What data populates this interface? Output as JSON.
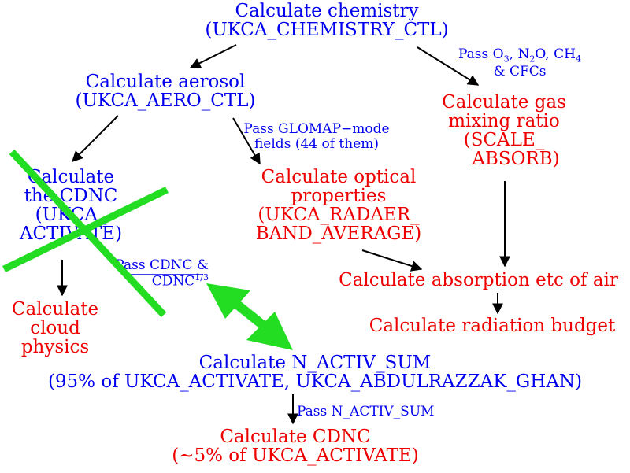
{
  "colors": {
    "node_blue": "#0000ee",
    "node_red": "#ee0000",
    "arrow": "#000000",
    "cross": "#22dd22",
    "double_arrow": "#22dd22"
  },
  "nodes": {
    "chemistry": {
      "line1": "Calculate chemistry",
      "line2": "(UKCA_CHEMISTRY_CTL)"
    },
    "aerosol": {
      "line1": "Calculate aerosol",
      "line2": "(UKCA_AERO_CTL)"
    },
    "gas_mixing": {
      "line1": "Calculate gas",
      "line2": "mixing ratio",
      "line3": "(SCALE_",
      "line4": "ABSORB)"
    },
    "cdnc_activate": {
      "line1": "Calculate",
      "line2": "the CDNC",
      "line3": "(UKCA_",
      "line4": "ACTIVATE)"
    },
    "optical": {
      "line1": "Calculate optical",
      "line2": "properties",
      "line3": "(UKCA_RADAER_",
      "line4": "BAND_AVERAGE)"
    },
    "absorption": {
      "line1": "Calculate absorption etc of air"
    },
    "radiation": {
      "line1": "Calculate radiation budget"
    },
    "cloud_physics": {
      "line1": "Calculate",
      "line2": "cloud",
      "line3": "physics"
    },
    "n_activ_sum": {
      "line1": "Calculate N_ACTIV_SUM",
      "line2": "(95% of UKCA_ACTIVATE, UKCA_ABDULRAZZAK_GHAN)"
    },
    "cdnc_final": {
      "line1": "Calculate CDNC",
      "line2": "(~5% of UKCA_ACTIVATE)"
    }
  },
  "edge_labels": {
    "pass_gases": {
      "pass": "Pass O",
      "o3_sub": "3",
      "sep1": ", N",
      "n2o_sub": "2",
      "mid": "O, CH",
      "ch4_sub": "4",
      "line2": "& CFCs"
    },
    "pass_glomap": {
      "line1": "Pass GLOMAP−mode",
      "line2": "fields (44 of them)"
    },
    "pass_cdnc": {
      "line1": "Pass CDNC &",
      "line2_base": "CDNC",
      "line2_sup": "1/3"
    },
    "pass_n_activ": {
      "line1": "Pass N_ACTIV_SUM"
    }
  }
}
